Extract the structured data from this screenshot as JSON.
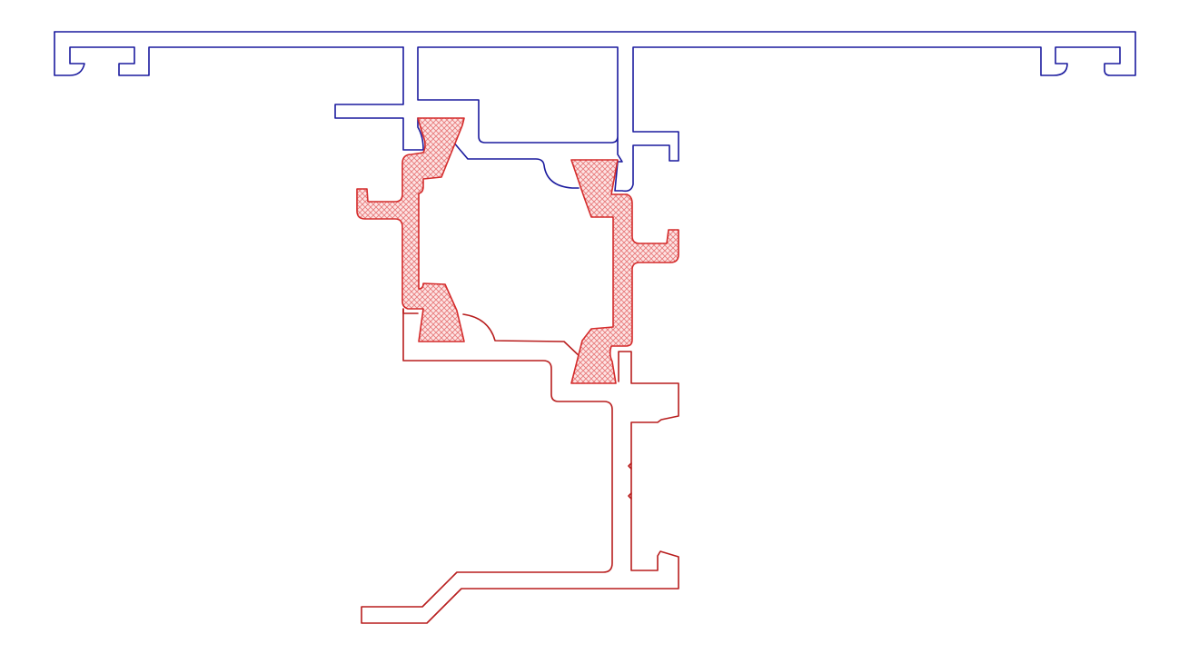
{
  "drawing": {
    "kind": "profile cross-section",
    "colors": {
      "frame_profile": "#1a1a9e",
      "sash_profile": "#b81d1d",
      "thermal_break_fill": "#f3a9a9",
      "thermal_break_stroke": "#d42b2b",
      "background": "#ffffff"
    },
    "parts": [
      {
        "id": "frame-profile",
        "color_key": "frame_profile"
      },
      {
        "id": "sash-profile",
        "color_key": "sash_profile"
      },
      {
        "id": "thermal-break-strip",
        "color_key": "thermal_break_fill",
        "count": 4
      }
    ]
  }
}
